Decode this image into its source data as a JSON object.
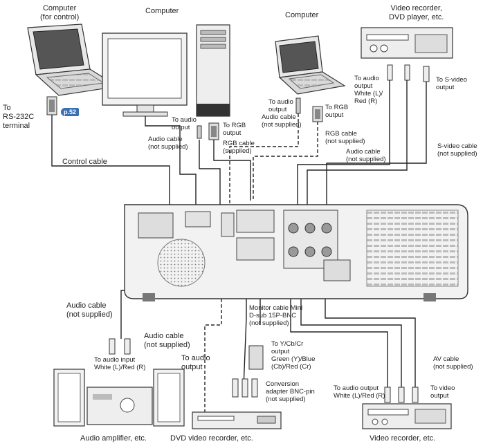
{
  "labels": {
    "computer_control": "Computer\n(for control)",
    "computer_center": "Computer",
    "computer_right": "Computer",
    "video_recorder_top": "Video recorder,\nDVD player, etc.",
    "to_rs232c": "To\nRS-232C\nterminal",
    "page_ref": "p.52",
    "control_cable": "Control cable",
    "to_audio_output_1": "To audio\noutput",
    "to_rgb_output_1": "To RGB\noutput",
    "audio_cable_1": "Audio cable\n(not supplied)",
    "rgb_cable_1": "RGB cable\n(supplied)",
    "to_audio_output_2": "To audio\noutput",
    "audio_cable_2": "Audio cable\n(not supplied)",
    "to_rgb_output_2": "To RGB\noutput",
    "rgb_cable_2": "RGB cable\n(not supplied)",
    "audio_cable_3": "Audio cable\n(not supplied)",
    "to_audio_output_3": "To audio\noutput\nWhite (L)/\nRed (R)",
    "to_svideo_output": "To S-video\noutput",
    "svideo_cable": "S-video cable\n(not supplied)",
    "audio_cable_4": "Audio cable\n(not supplied)",
    "audio_cable_5": "Audio cable\n(not supplied)",
    "to_audio_output_4": "To audio\noutput",
    "monitor_cable": "Monitor cable Mini\nD-sub 15P-BNC\n(not supplied)",
    "to_ycbcr_output": "To Y/Cb/Cr\noutput\nGreen (Y)/Blue\n(Cb)/Red (Cr)",
    "conversion_adapter": "Conversion\nadapter BNC-pin\n(not supplied)",
    "to_audio_input": "To audio input\nWhite (L)/Red (R)",
    "av_cable": "AV cable\n(not supplied)",
    "to_audio_output_5": "To audio output\nWhite (L)/Red (R)",
    "to_video_output": "To video\noutput",
    "caption_amplifier": "Audio amplifier, etc.",
    "caption_dvd_recorder": "DVD video recorder, etc.",
    "caption_video_recorder": "Video recorder, etc."
  }
}
